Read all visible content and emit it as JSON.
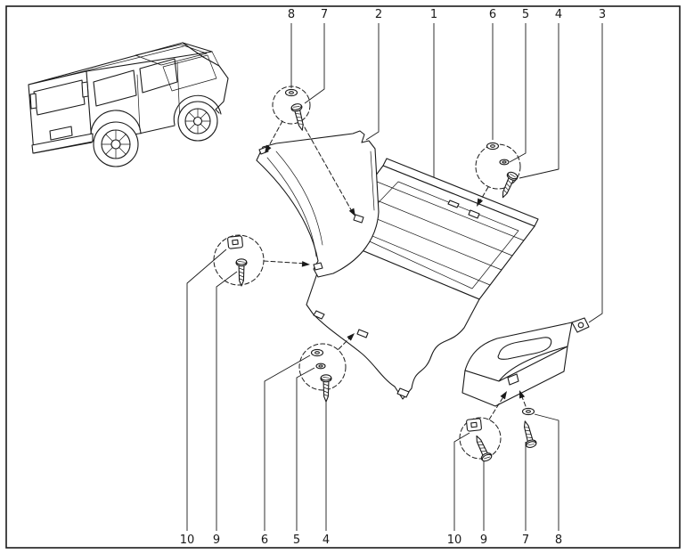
{
  "figure": {
    "kind": "exploded-parts-diagram",
    "background": "#ffffff",
    "ink": "#1a1a1a",
    "callouts_top": [
      {
        "label": "8",
        "points_to": "washer"
      },
      {
        "label": "7",
        "points_to": "screw"
      },
      {
        "label": "2",
        "points_to": "bracket-panel"
      },
      {
        "label": "1",
        "points_to": "main-panel"
      },
      {
        "label": "6",
        "points_to": "washer"
      },
      {
        "label": "5",
        "points_to": "lock-washer"
      },
      {
        "label": "4",
        "points_to": "screw"
      },
      {
        "label": "3",
        "points_to": "side-panel"
      }
    ],
    "callouts_bottom": [
      {
        "label": "10",
        "points_to": "spring-nut-clip"
      },
      {
        "label": "9",
        "points_to": "screw"
      },
      {
        "label": "6",
        "points_to": "washer"
      },
      {
        "label": "5",
        "points_to": "lock-washer"
      },
      {
        "label": "4",
        "points_to": "screw"
      },
      {
        "label": "10",
        "points_to": "spring-nut-clip"
      },
      {
        "label": "9",
        "points_to": "screw"
      },
      {
        "label": "7",
        "points_to": "screw"
      },
      {
        "label": "8",
        "points_to": "washer"
      }
    ]
  }
}
